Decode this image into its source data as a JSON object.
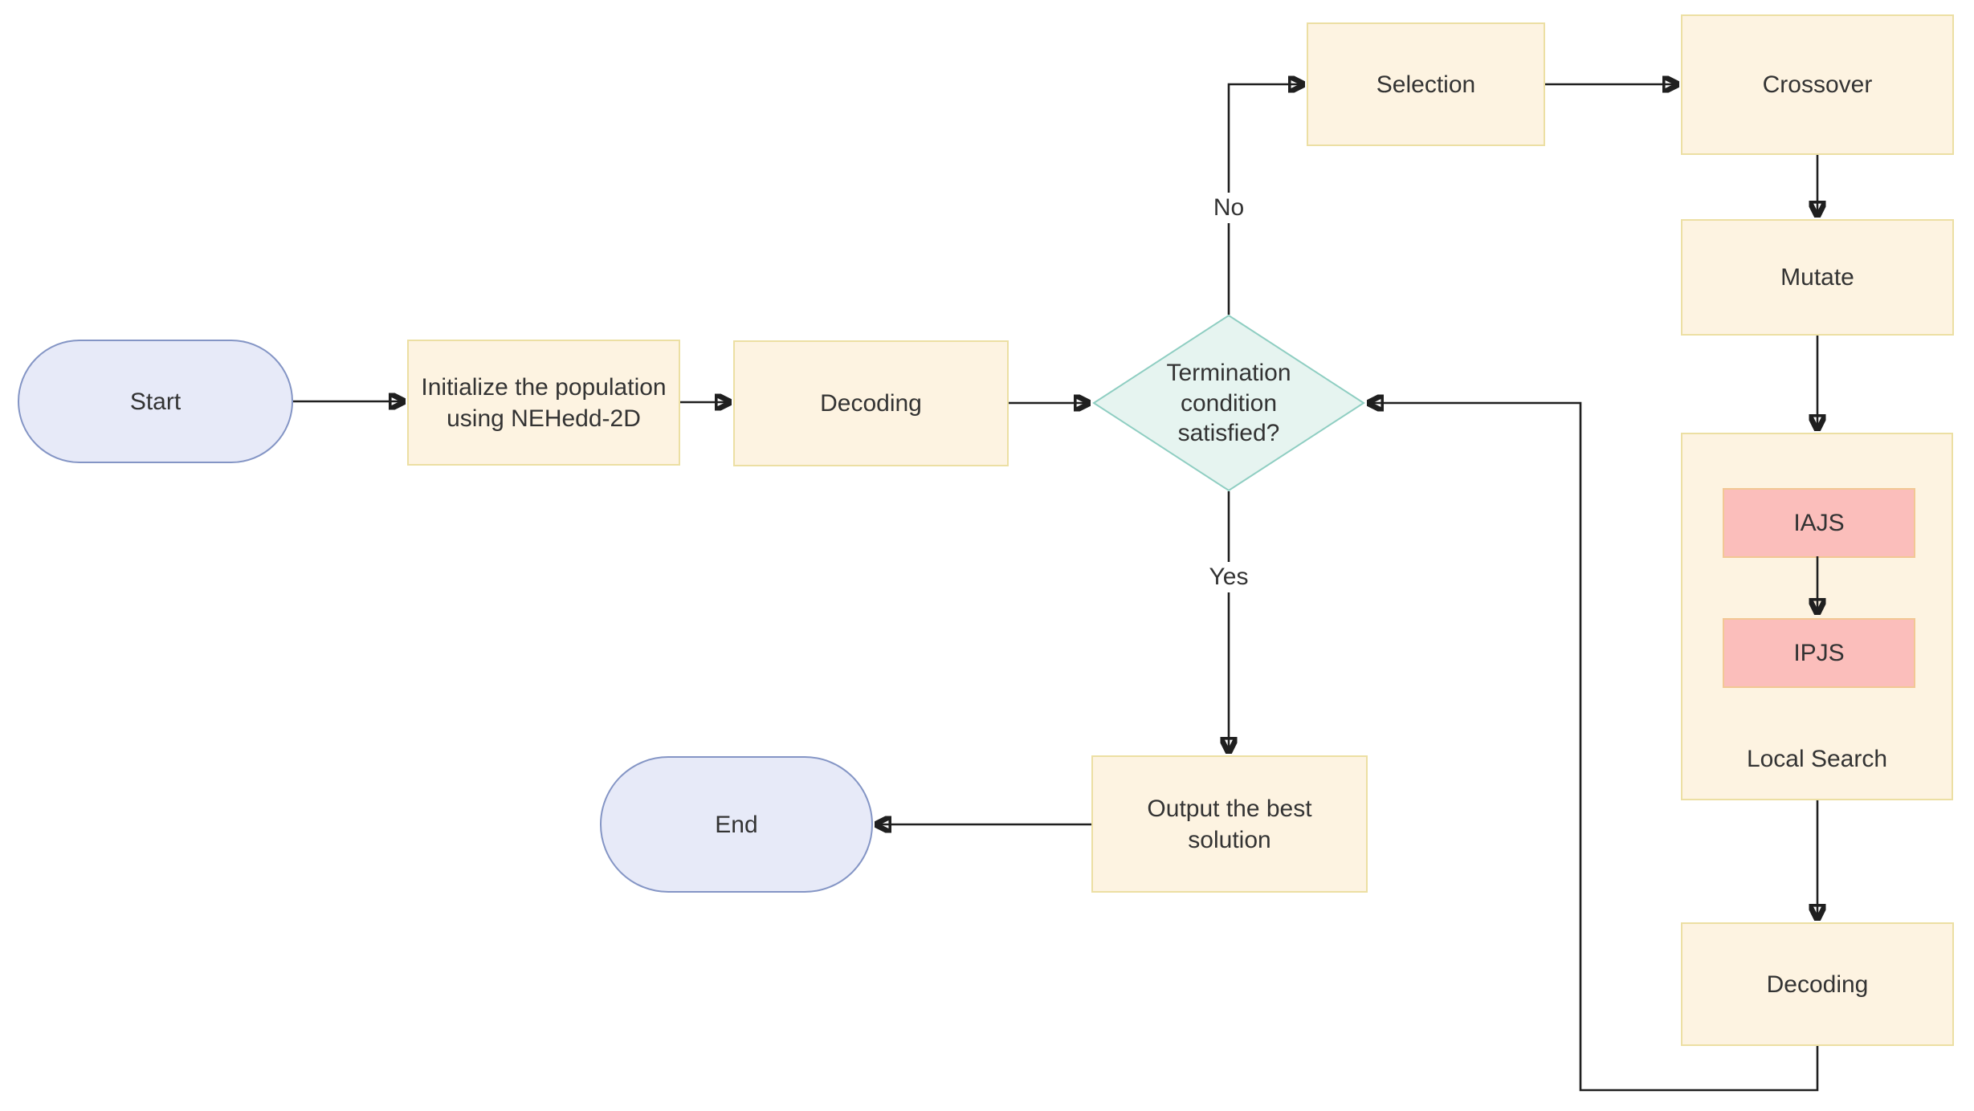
{
  "flowchart": {
    "nodes": {
      "start": {
        "label": "Start",
        "type": "terminator"
      },
      "initialize": {
        "label": "Initialize the population using NEHedd-2D",
        "type": "process"
      },
      "decoding_top": {
        "label": "Decoding",
        "type": "process"
      },
      "termination": {
        "label": "Termination condition satisfied?",
        "type": "decision"
      },
      "selection": {
        "label": "Selection",
        "type": "process"
      },
      "crossover": {
        "label": "Crossover",
        "type": "process"
      },
      "mutate": {
        "label": "Mutate",
        "type": "process"
      },
      "local_search": {
        "label": "Local Search",
        "type": "group"
      },
      "iajs": {
        "label": "IAJS",
        "type": "sub-process"
      },
      "ipjs": {
        "label": "IPJS",
        "type": "sub-process"
      },
      "decoding_bottom": {
        "label": "Decoding",
        "type": "process"
      },
      "output": {
        "label": "Output the best solution",
        "type": "process"
      },
      "end": {
        "label": "End",
        "type": "terminator"
      }
    },
    "edge_labels": {
      "no": "No",
      "yes": "Yes"
    },
    "edges": [
      {
        "from": "start",
        "to": "initialize",
        "label": ""
      },
      {
        "from": "initialize",
        "to": "decoding_top",
        "label": ""
      },
      {
        "from": "decoding_top",
        "to": "termination",
        "label": ""
      },
      {
        "from": "termination",
        "to": "selection",
        "label": "No"
      },
      {
        "from": "selection",
        "to": "crossover",
        "label": ""
      },
      {
        "from": "crossover",
        "to": "mutate",
        "label": ""
      },
      {
        "from": "mutate",
        "to": "local_search",
        "label": ""
      },
      {
        "from": "iajs",
        "to": "ipjs",
        "label": ""
      },
      {
        "from": "local_search",
        "to": "decoding_bottom",
        "label": ""
      },
      {
        "from": "decoding_bottom",
        "to": "termination",
        "label": ""
      },
      {
        "from": "termination",
        "to": "output",
        "label": "Yes"
      },
      {
        "from": "output",
        "to": "end",
        "label": ""
      }
    ],
    "colors": {
      "terminator_fill": "#E7EAF8",
      "terminator_border": "#8495C5",
      "process_fill": "#FDF3E1",
      "process_border": "#ECDFA3",
      "decision_fill": "#E6F4F0",
      "decision_border": "#8FCEC2",
      "sub_fill": "#FBBEBB",
      "sub_border": "#F2C794",
      "line": "#1F1F1F",
      "text": "#333333",
      "background": "#FFFFFF"
    }
  }
}
